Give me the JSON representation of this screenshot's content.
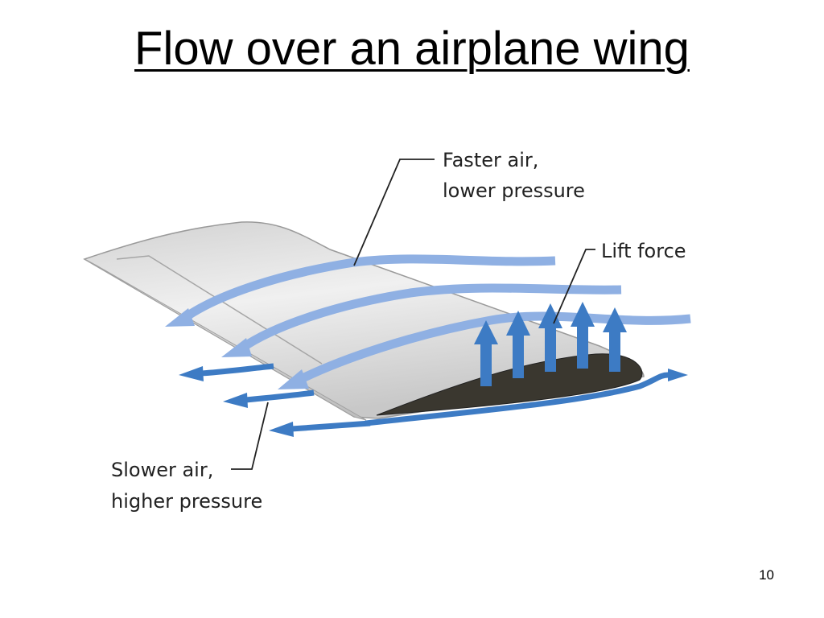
{
  "slide": {
    "title": "Flow over an airplane wing",
    "page_number": "10"
  },
  "diagram": {
    "labels": {
      "faster_air_line1": "Faster air,",
      "faster_air_line2": "lower pressure",
      "lift_force": "Lift force",
      "slower_air_line1": "Slower air,",
      "slower_air_line2": "higher pressure"
    },
    "colors": {
      "upper_flow": "#8fb0e3",
      "lower_flow": "#3d7bc4",
      "lift_arrow": "#3d7bc4",
      "wing_surface": "#e0e0e0",
      "wing_section": "#3a372f",
      "leader_line": "#222222"
    }
  }
}
